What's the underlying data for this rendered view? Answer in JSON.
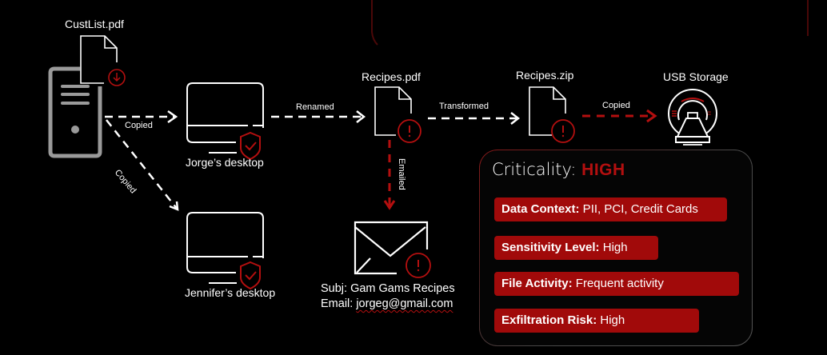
{
  "colors": {
    "background": "#000000",
    "stroke": "#ffffff",
    "accent_red": "#b30f0f",
    "pill_red": "#a10a0a",
    "server_gray": "#9a9a9a"
  },
  "nodes": {
    "source_file": {
      "label": "CustList.pdf",
      "icon": "file-icon",
      "badge": "download-alert-icon"
    },
    "server": {
      "icon": "server-tower-icon"
    },
    "jorge": {
      "label": "Jorge’s desktop",
      "icon": "desktop-icon",
      "badge": "shield-check-icon"
    },
    "jennifer": {
      "label": "Jennifer’s desktop",
      "icon": "desktop-icon",
      "badge": "shield-check-icon"
    },
    "recipes_pdf": {
      "label": "Recipes.pdf",
      "icon": "file-icon",
      "badge": "alert-icon"
    },
    "recipes_zip": {
      "label": "Recipes.zip",
      "icon": "file-icon",
      "badge": "alert-icon"
    },
    "usb": {
      "label": "USB Storage",
      "icon": "usb-storage-device-icon"
    },
    "email": {
      "icon": "envelope-icon",
      "badge": "alert-icon",
      "subject_line": "Subj: Gam Gams Recipes",
      "email_prefix": "Email: ",
      "email_address": "jorgeg@gmail.com"
    }
  },
  "edges": {
    "server_to_jorge": "Copied",
    "server_to_jennifer": "Copied",
    "jorge_to_recipes_pdf": "Renamed",
    "pdf_to_zip": "Transformed",
    "zip_to_usb": "Copied",
    "pdf_to_email": "Emailed"
  },
  "criticality": {
    "label": "Criticality: ",
    "level": "HIGH",
    "items": [
      {
        "key": "Data Context:",
        "value": " PII, PCI, Credit Cards"
      },
      {
        "key": "Sensitivity Level:",
        "value": " High"
      },
      {
        "key": "File Activity:",
        "value": " Frequent activity"
      },
      {
        "key": "Exfiltration Risk:",
        "value": " High"
      }
    ]
  }
}
